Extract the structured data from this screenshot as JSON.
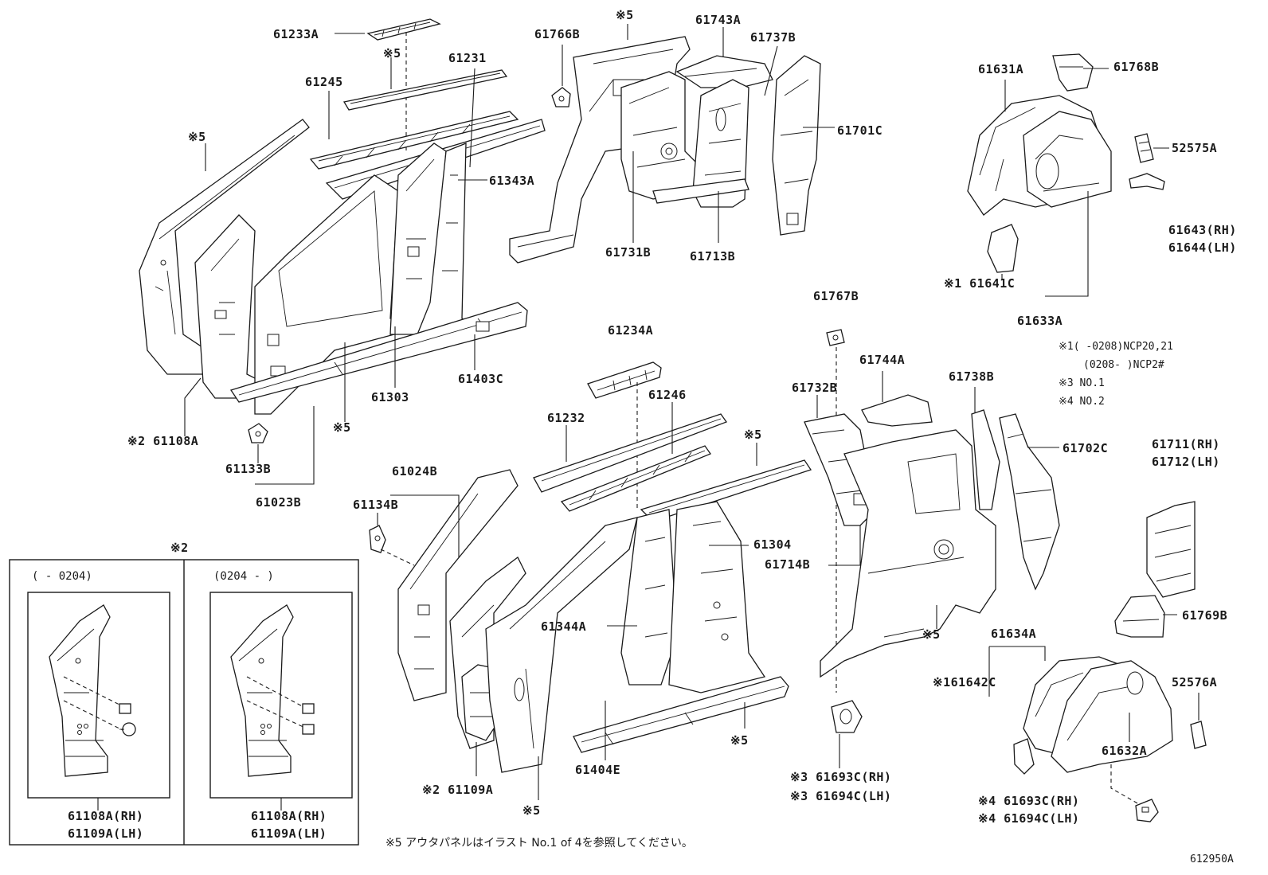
{
  "diagram_id": "612950A",
  "footnote": "※5 アウタパネルはイラスト No.1 of 4を参照してください。",
  "legend": [
    "※1(     -0208)NCP20,21",
    "(0208-     )NCP2#",
    "※3 NO.1",
    "※4 NO.2"
  ],
  "inset": {
    "title": "※2",
    "left": {
      "range": "(     - 0204)",
      "part_rh": "61108A(RH)",
      "part_lh": "61109A(LH)"
    },
    "right": {
      "range": "(0204 -      )",
      "part_rh": "61108A(RH)",
      "part_lh": "61109A(LH)"
    }
  },
  "labels": {
    "p61233A": "61233A",
    "p61766B": "61766B",
    "p61743A": "61743A",
    "p61737B": "61737B",
    "p61231": "61231",
    "p61245": "61245",
    "p61701C": "61701C",
    "p61343A": "61343A",
    "p61731B": "61731B",
    "p61713B": "61713B",
    "p61631A": "61631A",
    "p61768B": "61768B",
    "p52575A": "52575A",
    "p61643": "61643(RH)",
    "p61644": "61644(LH)",
    "p61641C": "※1 61641C",
    "p61633A": "61633A",
    "p61403C": "61403C",
    "p61303": "61303",
    "p61108A": "※2 61108A",
    "p61133B": "61133B",
    "p61023B": "61023B",
    "p61767B": "61767B",
    "p61234A": "61234A",
    "p61744A": "61744A",
    "p61732B": "61732B",
    "p61738B": "61738B",
    "p61246": "61246",
    "p61232": "61232",
    "p61702C": "61702C",
    "p61711": "61711(RH)",
    "p61712": "61712(LH)",
    "p61024B": "61024B",
    "p61134B": "61134B",
    "p61304": "61304",
    "p61714B": "61714B",
    "p61344A": "61344A",
    "p61769B": "61769B",
    "p61634A": "61634A",
    "p61642C": "※161642C",
    "p52576A": "52576A",
    "p61632A": "61632A",
    "p61404E": "61404E",
    "p61109A": "※2 61109A",
    "p61693C_3": "※3 61693C(RH)",
    "p61694C_3": "※3 61694C(LH)",
    "p61693C_4": "※4 61693C(RH)",
    "p61694C_4": "※4 61694C(LH)"
  },
  "ref5": "※5"
}
